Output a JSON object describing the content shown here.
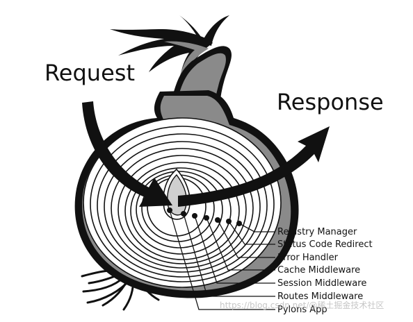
{
  "labels": {
    "request": "Request",
    "response": "Response"
  },
  "layers": [
    "Registry Manager",
    "Status Code Redirect",
    "Error Handler",
    "Cache Middleware",
    "Session Middleware",
    "Routes Middleware",
    "Pylons App"
  ],
  "watermark": "https://blog.csdn.net/@稀土掘金技术社区",
  "colors": {
    "ink": "#111111",
    "skin": "#8a8a8a",
    "flesh": "#ffffff",
    "core": "#cfcfcf"
  }
}
